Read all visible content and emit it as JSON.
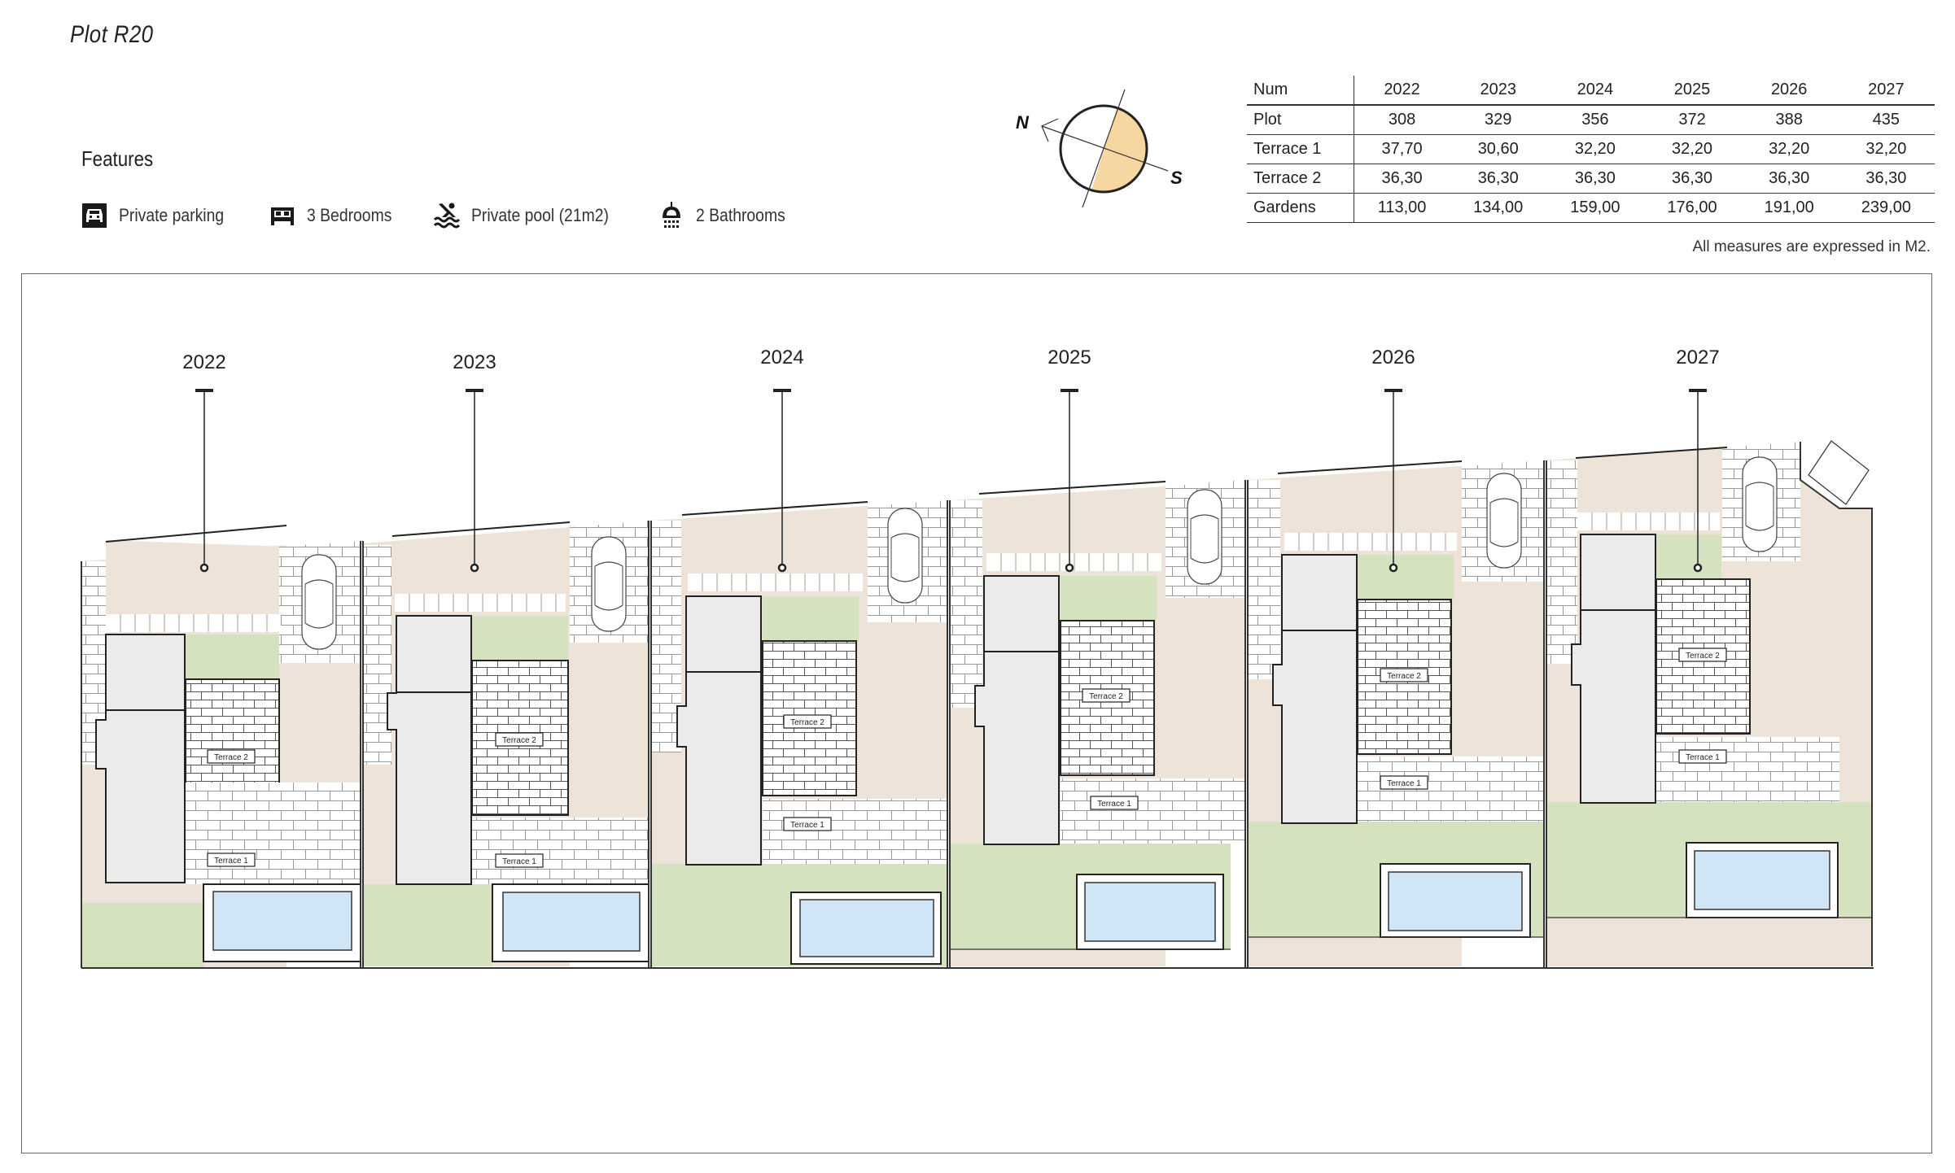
{
  "page": {
    "title": "Plot R20"
  },
  "features": {
    "heading": "Features",
    "items": [
      {
        "icon": "parking-icon",
        "label": "Private parking"
      },
      {
        "icon": "bed-icon",
        "label": "3 Bedrooms"
      },
      {
        "icon": "pool-icon",
        "label": "Private pool (21m2)"
      },
      {
        "icon": "shower-icon",
        "label": "2 Bathrooms"
      }
    ]
  },
  "compass": {
    "north_label": "N",
    "south_label": "S",
    "sun_color": "#f7d7a1"
  },
  "area_table": {
    "columns": [
      "Num",
      "2022",
      "2023",
      "2024",
      "2025",
      "2026",
      "2027"
    ],
    "rows": [
      {
        "label": "Plot",
        "values": [
          "308",
          "329",
          "356",
          "372",
          "388",
          "435"
        ]
      },
      {
        "label": "Terrace 1",
        "values": [
          "37,70",
          "30,60",
          "32,20",
          "32,20",
          "32,20",
          "32,20"
        ]
      },
      {
        "label": "Terrace 2",
        "values": [
          "36,30",
          "36,30",
          "36,30",
          "36,30",
          "36,30",
          "36,30"
        ]
      },
      {
        "label": "Gardens",
        "values": [
          "113,00",
          "134,00",
          "159,00",
          "176,00",
          "191,00",
          "239,00"
        ]
      }
    ],
    "note": "All measures are expressed in M2."
  },
  "plan": {
    "colors": {
      "ground": "#ede3d8",
      "garden": "#d5e2c0",
      "pool": "#d0e6f6",
      "house": "#ebebeb",
      "paving": "#ffffff",
      "line": "#333333"
    },
    "plots": [
      {
        "num": "2022",
        "terrace1_label": "Terrace 1",
        "terrace2_label": "Terrace 2"
      },
      {
        "num": "2023",
        "terrace1_label": "Terrace 1",
        "terrace2_label": "Terrace 2"
      },
      {
        "num": "2024",
        "terrace1_label": "Terrace 1",
        "terrace2_label": "Terrace 2"
      },
      {
        "num": "2025",
        "terrace1_label": "Terrace 1",
        "terrace2_label": "Terrace 2"
      },
      {
        "num": "2026",
        "terrace1_label": "Terrace 1",
        "terrace2_label": "Terrace 2"
      },
      {
        "num": "2027",
        "terrace1_label": "Terrace 1",
        "terrace2_label": "Terrace 2"
      }
    ]
  }
}
